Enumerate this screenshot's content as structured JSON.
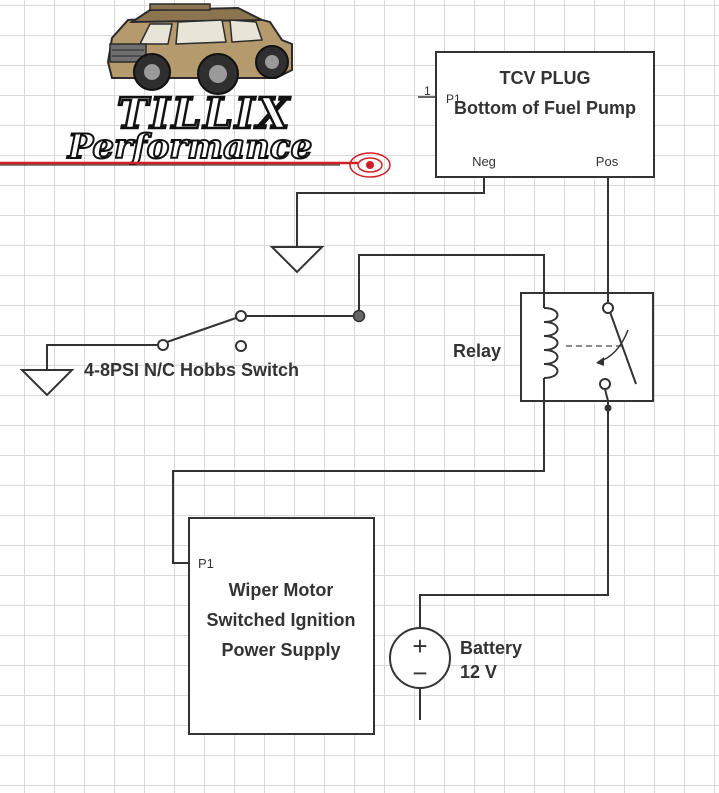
{
  "logo": {
    "brand_top": "TILLIX",
    "brand_bottom": "Performance"
  },
  "tcv_plug": {
    "title": "TCV PLUG",
    "subtitle": "Bottom of Fuel Pump",
    "pin_number": "1",
    "pin_label": "P1",
    "neg_label": "Neg",
    "pos_label": "Pos"
  },
  "relay": {
    "label": "Relay"
  },
  "hobbs_switch": {
    "label": "4-8PSI N/C Hobbs Switch"
  },
  "wiper_supply": {
    "pin_label": "P1",
    "line1": "Wiper Motor",
    "line2": "Switched Ignition",
    "line3": "Power Supply"
  },
  "battery": {
    "label": "Battery",
    "voltage": "12 V",
    "plus": "+",
    "minus": "−"
  },
  "colors": {
    "wire": "#333333",
    "grid": "#d9d9d9",
    "logo_red": "#d21f26"
  }
}
